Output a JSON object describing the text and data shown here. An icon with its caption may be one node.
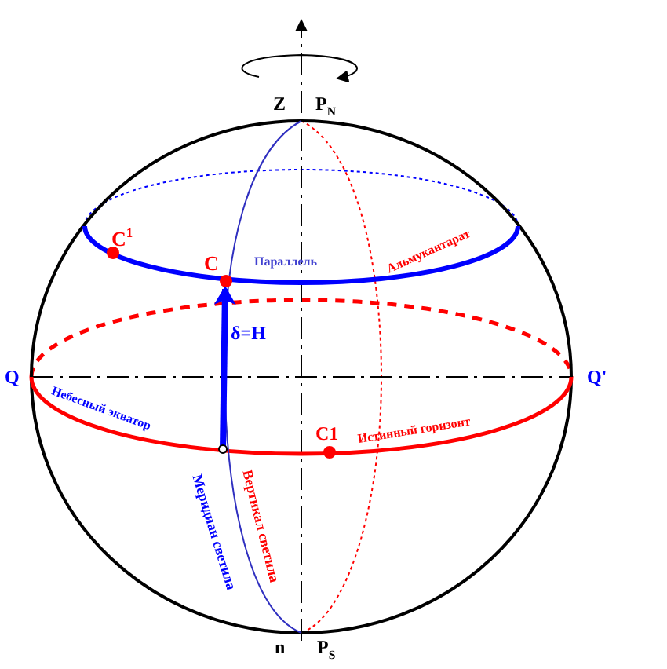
{
  "diagram": {
    "labels": [
      "Z",
      "P$_{N}$",
      "C$^{1}$",
      "C",
      "Параллель",
      "Альмукантарат",
      "δ=H",
      "Q",
      "Q'",
      "Небесный экватор",
      "C1",
      "Истинный горизонт",
      "Вертикал светила",
      "Меридиан светила",
      "n",
      "P$_{S}$"
    ]
  }
}
